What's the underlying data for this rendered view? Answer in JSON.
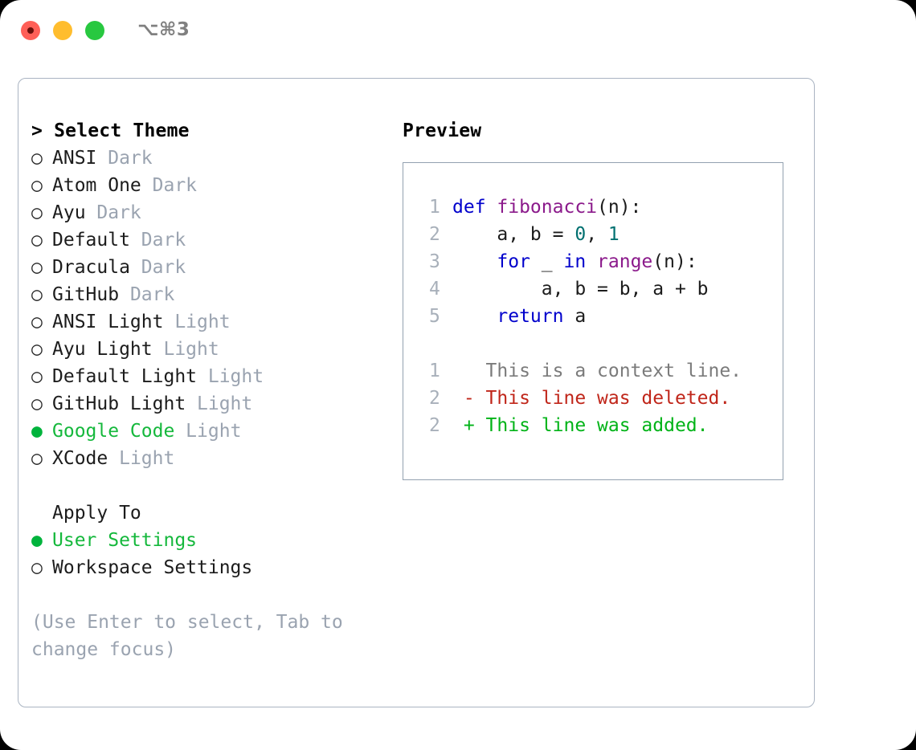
{
  "titlebar": {
    "shortcut": "⌥⌘3",
    "buttons": {
      "close": "close",
      "minimize": "minimize",
      "maximize": "maximize"
    }
  },
  "theme_picker": {
    "heading": "> Select Theme",
    "marker_selected": "●",
    "marker_unselected": "○",
    "items": [
      {
        "name": "ANSI",
        "variant": "Dark",
        "selected": false
      },
      {
        "name": "Atom One",
        "variant": "Dark",
        "selected": false
      },
      {
        "name": "Ayu",
        "variant": "Dark",
        "selected": false
      },
      {
        "name": "Default",
        "variant": "Dark",
        "selected": false
      },
      {
        "name": "Dracula",
        "variant": "Dark",
        "selected": false
      },
      {
        "name": "GitHub",
        "variant": "Dark",
        "selected": false
      },
      {
        "name": "ANSI Light",
        "variant": "Light",
        "selected": false
      },
      {
        "name": "Ayu Light",
        "variant": "Light",
        "selected": false
      },
      {
        "name": "Default Light",
        "variant": "Light",
        "selected": false
      },
      {
        "name": "GitHub Light",
        "variant": "Light",
        "selected": false
      },
      {
        "name": "Google Code",
        "variant": "Light",
        "selected": true
      },
      {
        "name": "XCode",
        "variant": "Light",
        "selected": false
      }
    ]
  },
  "apply_to": {
    "heading": "Apply To",
    "options": [
      {
        "label": "User Settings",
        "selected": true
      },
      {
        "label": "Workspace Settings",
        "selected": false
      }
    ]
  },
  "hint": "(Use Enter to select, Tab to change focus)",
  "preview": {
    "title": "Preview",
    "code_lines": [
      {
        "ln": "1",
        "tokens": [
          {
            "t": "def ",
            "c": "kw"
          },
          {
            "t": "fibonacci",
            "c": "fn"
          },
          {
            "t": "(n):",
            "c": "pl"
          }
        ]
      },
      {
        "ln": "2",
        "tokens": [
          {
            "t": "    a, b = ",
            "c": "pl"
          },
          {
            "t": "0",
            "c": "num"
          },
          {
            "t": ", ",
            "c": "pl"
          },
          {
            "t": "1",
            "c": "num"
          }
        ]
      },
      {
        "ln": "3",
        "tokens": [
          {
            "t": "    ",
            "c": "pl"
          },
          {
            "t": "for",
            "c": "kw"
          },
          {
            "t": " _ ",
            "c": "pl"
          },
          {
            "t": "in",
            "c": "kw"
          },
          {
            "t": " ",
            "c": "pl"
          },
          {
            "t": "range",
            "c": "fn"
          },
          {
            "t": "(n):",
            "c": "pl"
          }
        ]
      },
      {
        "ln": "4",
        "tokens": [
          {
            "t": "        a, b = b, a + b",
            "c": "pl"
          }
        ]
      },
      {
        "ln": "5",
        "tokens": [
          {
            "t": "    ",
            "c": "pl"
          },
          {
            "t": "return",
            "c": "kw"
          },
          {
            "t": " a",
            "c": "pl"
          }
        ]
      }
    ],
    "diff_lines": [
      {
        "ln": "1",
        "prefix": "  ",
        "text": "This is a context line.",
        "kind": "ctx"
      },
      {
        "ln": "2",
        "prefix": "- ",
        "text": "This line was deleted.",
        "kind": "del"
      },
      {
        "ln": "2",
        "prefix": "+ ",
        "text": "This line was added.",
        "kind": "add"
      }
    ]
  },
  "colors": {
    "accent_green": "#00b33c",
    "selected_text": "#15b83c",
    "muted": "#9aa3b0",
    "keyword": "#0000cc",
    "function": "#8b1a8b",
    "number": "#007070",
    "diff_delete": "#c0261a",
    "diff_add": "#00b317",
    "diff_context": "#7b7b7b",
    "border": "#aab4c2",
    "preview_border": "#93a1b0"
  }
}
